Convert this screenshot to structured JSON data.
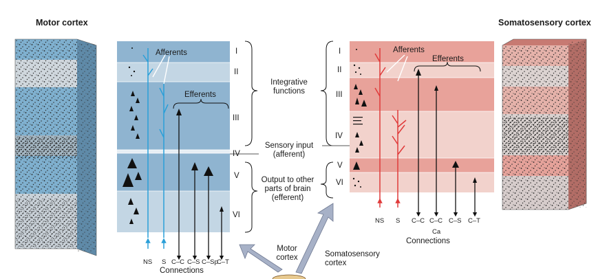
{
  "left": {
    "title": "Motor cortex",
    "layers": [
      "I",
      "II",
      "III",
      "IV",
      "V",
      "VI"
    ],
    "afferents": "Afferents",
    "efferents": "Efferents",
    "connections": [
      "NS",
      "S",
      "C–C",
      "C–S",
      "C–Sp",
      "C–T"
    ],
    "connections_label": "Connections"
  },
  "middle": {
    "integrative": "Integrative functions",
    "sensory": "Sensory input (afferent)",
    "output": "Output to other parts of brain (efferent)",
    "motor_cortex": "Motor cortex",
    "somato_cortex": "Somatosensory cortex"
  },
  "right": {
    "title": "Somatosensory cortex",
    "layers": [
      "I",
      "II",
      "III",
      "IV",
      "V",
      "VI"
    ],
    "afferents": "Afferents",
    "efferents": "Efferents",
    "connections": [
      "NS",
      "S",
      "C–C",
      "C–C",
      "C–S",
      "C–T"
    ],
    "ca": "Ca",
    "connections_label": "Connections"
  },
  "colors": {
    "motor_blue": "#8fb4d0",
    "motor_light": "#c3d6e4",
    "somato_red": "#e8a29a",
    "somato_light": "#f2d2cc",
    "afferent_blue": "#2a9fd8",
    "afferent_red": "#e03a3a",
    "arrow_gray": "#a7b1c7"
  }
}
